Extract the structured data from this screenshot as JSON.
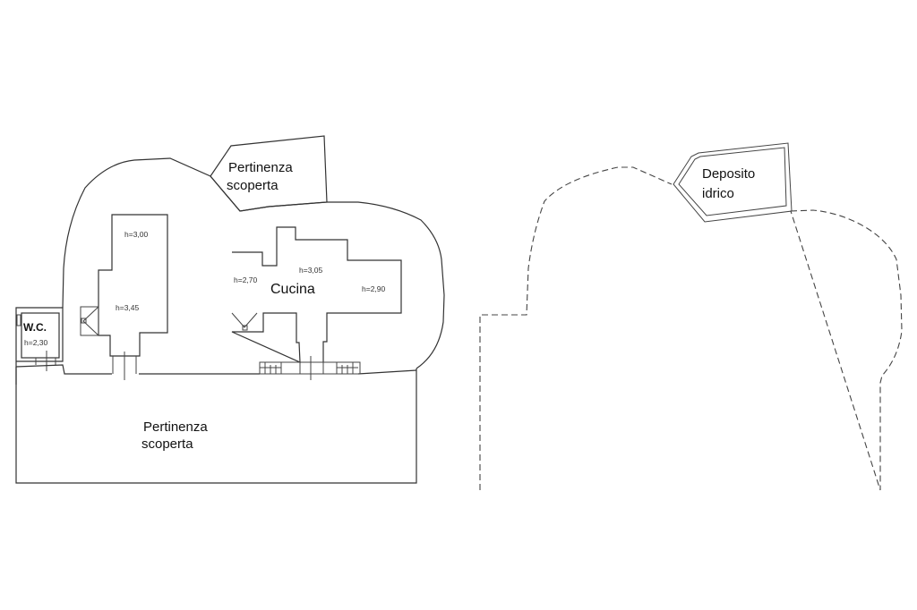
{
  "plan_left": {
    "labels": {
      "pertinenza_top_line1": "Pertinenza",
      "pertinenza_top_line2": "scoperta",
      "pertinenza_bottom_line1": "Pertinenza",
      "pertinenza_bottom_line2": "scoperta",
      "cucina": "Cucina",
      "wc": "W.C."
    },
    "heights": {
      "room_top_left": "h=3,00",
      "room_mid_left": "h=3,45",
      "wc": "h=2,30",
      "cucina_left": "h=2,70",
      "cucina_center": "h=3,05",
      "cucina_right": "h=2,90"
    }
  },
  "plan_right": {
    "labels": {
      "deposito_line1": "Deposito",
      "deposito_line2": "idrico"
    }
  }
}
